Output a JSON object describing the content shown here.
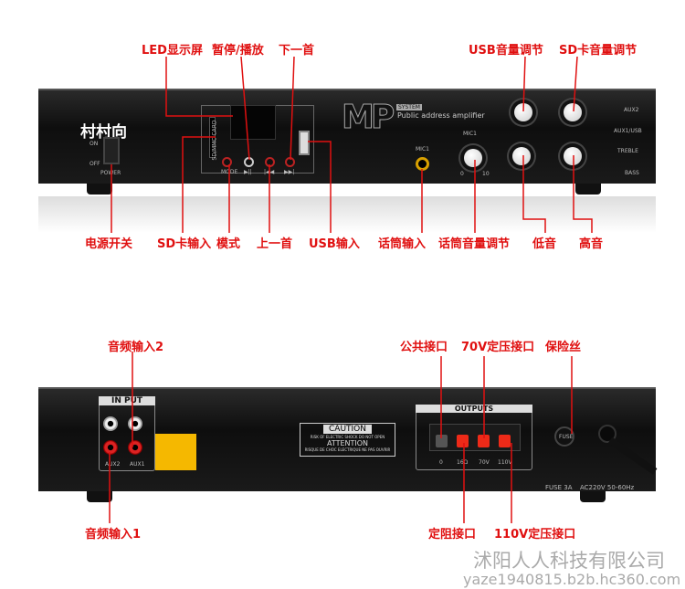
{
  "front_labels_top": [
    "LED显示屏",
    "暂停/播放",
    "下一首",
    "USB音量调节",
    "SD卡音量调节"
  ],
  "front_labels_bottom": [
    "电源开关",
    "SD卡输入",
    "模式",
    "上一首",
    "USB输入",
    "话筒输入",
    "话筒音量调节",
    "低音",
    "高音"
  ],
  "rear_labels_top": [
    "音频输入2",
    "公共接口",
    "70V定压接口",
    "保险丝"
  ],
  "rear_labels_bottom": [
    "音频输入1",
    "定阻接口",
    "110V定压接口"
  ],
  "front_panel": {
    "brand": "村村向",
    "switch_on": "ON",
    "switch_off": "OFF",
    "power": "POWER",
    "sd": "SD/MMC CARD",
    "mode": "MODE",
    "play_pause": "▶||",
    "prev": "|◀◀",
    "next": "▶▶|",
    "logo": "MP",
    "logo_tag": "SYSTEM",
    "subtitle": "Public address amplifier",
    "mic_jack": "MIC1",
    "mic_knob": "MIC1",
    "knob_scale_min": "0",
    "knob_scale_max": "10",
    "aux2": "AUX2",
    "aux1_usb": "AUX1/USB",
    "treble": "TREBLE",
    "bass": "BASS"
  },
  "rear_panel": {
    "input_title": "IN PUT",
    "aux2": "AUX2",
    "aux1": "AUX1",
    "caution": "CAUTION",
    "caution_sub": "RISK OF ELECTRIC SHOCK DO NOT OPEN",
    "attention": "ATTENTION",
    "attention_sub": "RISQUE DE CHOC ELECTRIQUE NE PAS OUVRIR",
    "outputs": "OUTPUTS",
    "out_terms": [
      "0",
      "16Ω",
      "70V",
      "110V"
    ],
    "fuse_label": "FUSE 3A",
    "fuse_cap": "FUSE",
    "ac": "AC220V 50-60Hz"
  },
  "watermark": {
    "company": "沭阳人人科技有限公司",
    "url": "yaze1940815.b2b.hc360.com"
  },
  "colors": {
    "callout": "#e01010"
  }
}
